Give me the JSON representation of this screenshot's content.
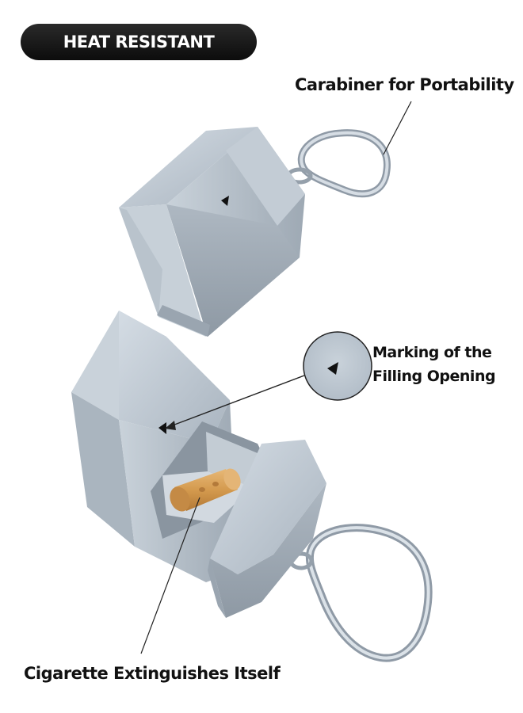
{
  "badge": {
    "text": "HEAT RESISTANT"
  },
  "callouts": {
    "carabiner": "Carabiner for Portability",
    "marking_line1": "Marking of the",
    "marking_line2": "Filling Opening",
    "cigarette": "Cigarette Extinguishes Itself"
  },
  "colors": {
    "badge_bg": "#111111",
    "case_silver": "#b8c2cc",
    "filter_orange": "#d9a25a",
    "text": "#111111"
  },
  "icons": [
    "triangle-marker-icon",
    "carabiner-hook-icon"
  ]
}
